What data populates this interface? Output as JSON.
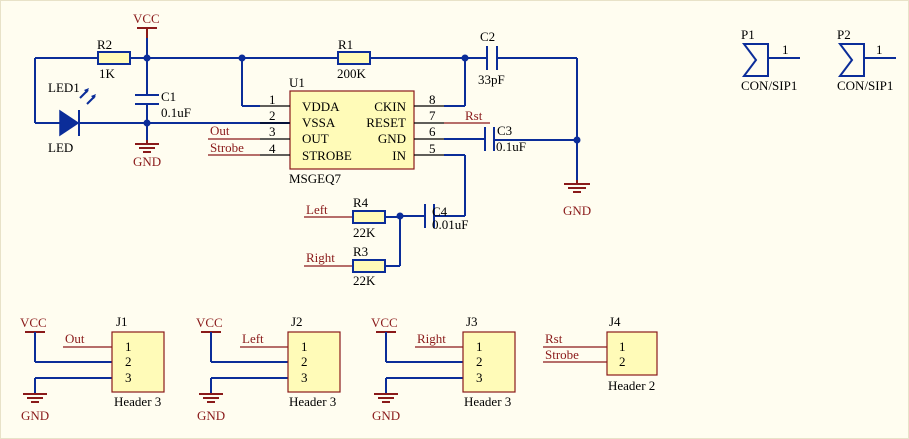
{
  "power": {
    "vcc": "VCC",
    "gnd": "GND"
  },
  "u1": {
    "ref": "U1",
    "part": "MSGEQ7",
    "left_pins": [
      {
        "num": "1",
        "name": "VDDA"
      },
      {
        "num": "2",
        "name": "VSSA"
      },
      {
        "num": "3",
        "name": "OUT"
      },
      {
        "num": "4",
        "name": "STROBE"
      }
    ],
    "right_pins": [
      {
        "num": "8",
        "name": "CKIN"
      },
      {
        "num": "7",
        "name": "RESET"
      },
      {
        "num": "6",
        "name": "GND"
      },
      {
        "num": "5",
        "name": "IN"
      }
    ]
  },
  "r1": {
    "ref": "R1",
    "value": "200K"
  },
  "r2": {
    "ref": "R2",
    "value": "1K"
  },
  "r3": {
    "ref": "R3",
    "value": "22K"
  },
  "r4": {
    "ref": "R4",
    "value": "22K"
  },
  "c1": {
    "ref": "C1",
    "value": "0.1uF"
  },
  "c2": {
    "ref": "C2",
    "value": "33pF"
  },
  "c3": {
    "ref": "C3",
    "value": "0.1uF"
  },
  "c4": {
    "ref": "C4",
    "value": "0.01uF"
  },
  "led1": {
    "ref": "LED1",
    "value": "LED"
  },
  "p1": {
    "ref": "P1",
    "pin": "1",
    "value": "CON/SIP1"
  },
  "p2": {
    "ref": "P2",
    "pin": "1",
    "value": "CON/SIP1"
  },
  "nets": {
    "out": "Out",
    "strobe": "Strobe",
    "rst": "Rst",
    "left": "Left",
    "right": "Right"
  },
  "headers": {
    "j1": {
      "ref": "J1",
      "value": "Header 3",
      "net": "Out",
      "pins": [
        "1",
        "2",
        "3"
      ]
    },
    "j2": {
      "ref": "J2",
      "value": "Header 3",
      "net": "Left",
      "pins": [
        "1",
        "2",
        "3"
      ]
    },
    "j3": {
      "ref": "J3",
      "value": "Header 3",
      "net": "Right",
      "pins": [
        "1",
        "2",
        "3"
      ]
    },
    "j4": {
      "ref": "J4",
      "value": "Header 2",
      "net1": "Rst",
      "net2": "Strobe",
      "pins": [
        "1",
        "2"
      ]
    }
  }
}
